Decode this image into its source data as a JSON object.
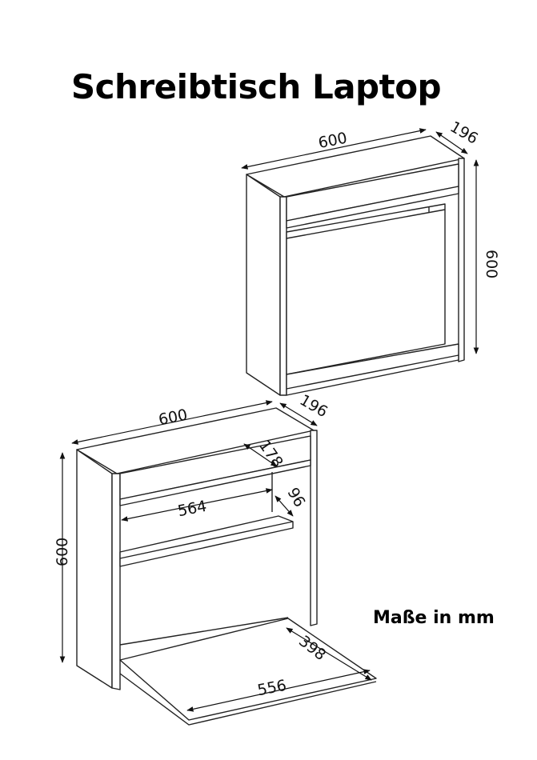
{
  "title": "Schreibtisch Laptop",
  "units_note": "Maße in mm",
  "closed_view": {
    "width_label": "600",
    "depth_label": "196",
    "height_label": "600"
  },
  "open_view": {
    "width_label": "600",
    "depth_label": "196",
    "height_label": "600",
    "shelf_depth_label": "178",
    "inner_width_label": "564",
    "compartment_depth_label": "96",
    "desk_depth_label": "398",
    "desk_width_label": "556"
  }
}
